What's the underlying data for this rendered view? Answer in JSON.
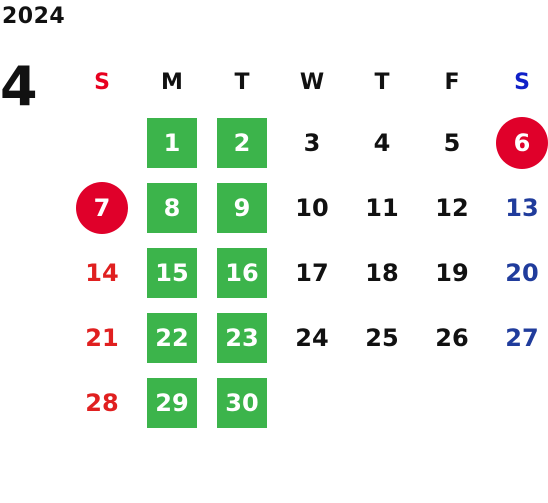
{
  "calendar": {
    "year": "2024",
    "month": "4",
    "weekdays": [
      "S",
      "M",
      "T",
      "W",
      "T",
      "F",
      "S"
    ],
    "weeks": [
      [
        "",
        "1",
        "2",
        "3",
        "4",
        "5",
        "6"
      ],
      [
        "7",
        "8",
        "9",
        "10",
        "11",
        "12",
        "13"
      ],
      [
        "14",
        "15",
        "16",
        "17",
        "18",
        "19",
        "20"
      ],
      [
        "21",
        "22",
        "23",
        "24",
        "25",
        "26",
        "27"
      ],
      [
        "28",
        "29",
        "30",
        "",
        "",
        "",
        ""
      ]
    ],
    "highlighted_green_days": [
      "1",
      "2",
      "8",
      "9",
      "15",
      "16",
      "22",
      "23",
      "29",
      "30"
    ],
    "highlighted_red_circle_days": [
      "6",
      "7"
    ],
    "colors": {
      "sunday_header": "#e8001f",
      "saturday_header": "#1020c8",
      "sunday_text": "#e02020",
      "saturday_text": "#203c9c",
      "green_highlight": "#3cb44b",
      "red_circle": "#e0002a"
    }
  }
}
